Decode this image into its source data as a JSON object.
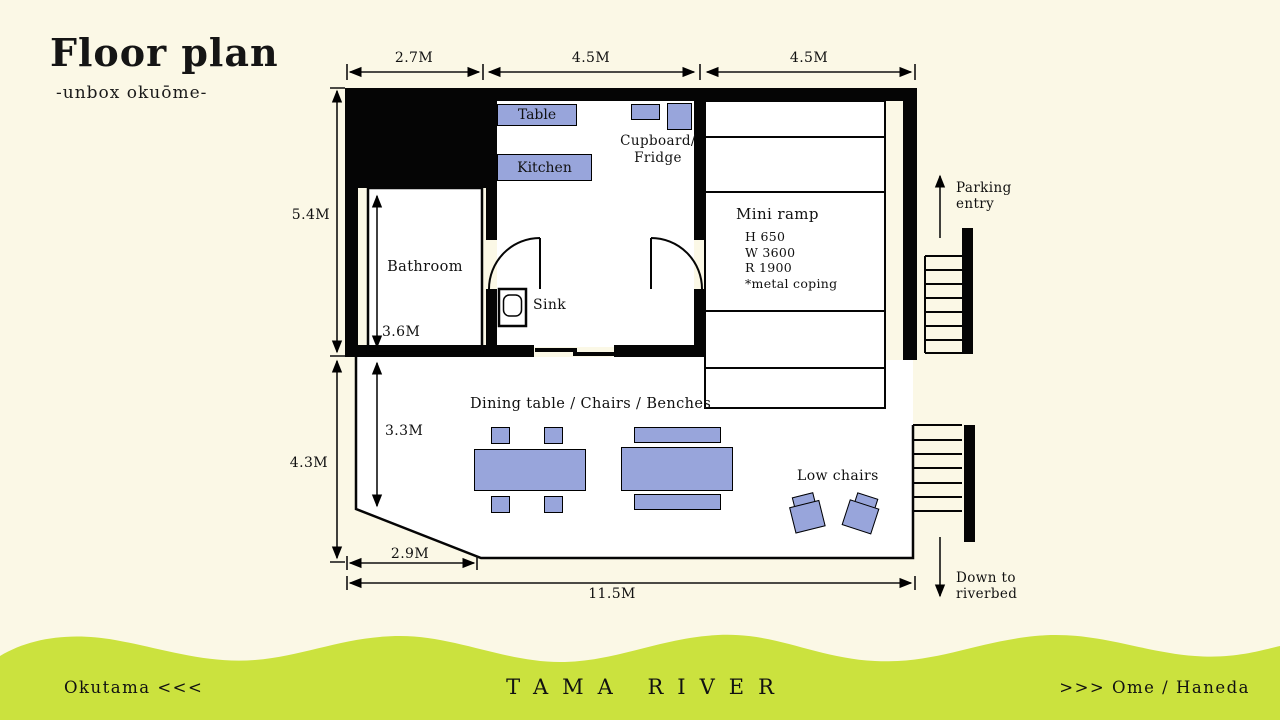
{
  "header": {
    "title": "Floor plan",
    "subtitle": "-unbox okuōme-"
  },
  "dimensions": {
    "top_left": "2.7M",
    "top_mid": "4.5M",
    "top_right": "4.5M",
    "left_upper": "5.4M",
    "left_lower": "4.3M",
    "bathroom": "3.6M",
    "deck": "3.3M",
    "bottom_left": "2.9M",
    "bottom_total": "11.5M"
  },
  "rooms": {
    "bathroom": "Bathroom",
    "kitchen": "Kitchen",
    "table": "Table",
    "cupboard_fridge": "Cupboard/\nFridge",
    "sink": "Sink",
    "mini_ramp": "Mini ramp",
    "mini_ramp_specs": [
      "H 650",
      "W 3600",
      "R 1900",
      "*metal coping"
    ],
    "dining": "Dining table / Chairs / Benches",
    "low_chairs": "Low chairs"
  },
  "annotations": {
    "parking": "Parking\nentry",
    "riverbed": "Down to\nriverbed"
  },
  "footer": {
    "left": "Okutama <<<",
    "center": "TAMA RIVER",
    "right": ">>> Ome / Haneda"
  },
  "colors": {
    "background": "#fbf8e6",
    "wave_green": "#cbe23e",
    "furniture_blue": "#98a5db",
    "wall_black": "#050505"
  }
}
